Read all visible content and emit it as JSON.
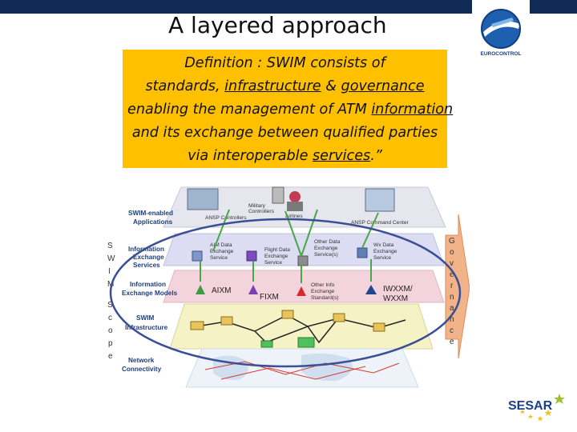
{
  "slide": {
    "title": "A layered approach",
    "definition": {
      "l1": "Definition : SWIM consists of",
      "l2a": "standards, ",
      "l2b": "infrastructure",
      "l2c": " & ",
      "l2d": "governance",
      "l3a": "enabling the management of ATM ",
      "l3b": "information",
      "l4": "and its exchange between qualified parties",
      "l5a": "via interoperable ",
      "l5b": "services",
      "l5c": ".”"
    }
  },
  "diagram": {
    "left_labels": {
      "apps_1": "SWIM-enabled",
      "apps_2": "Applications",
      "ies_1": "Information",
      "ies_2": "Exchange",
      "ies_3": "Services",
      "iem_1": "Information",
      "iem_2": "Exchange Models",
      "infra_1": "SWIM",
      "infra_2": "Infrastructure",
      "net_1": "Network",
      "net_2": "Connectivity"
    },
    "scope_letters": [
      "S",
      "W",
      "I",
      "M",
      "S",
      "c",
      "o",
      "p",
      "e"
    ],
    "governance_letters": [
      "G",
      "o",
      "v",
      "e",
      "r",
      "n",
      "a",
      "n",
      "c",
      "e"
    ],
    "apps": {
      "ansp_controllers": "ANSP Controllers",
      "military_1": "Military",
      "military_2": "Controllers",
      "airlines": "Airlines",
      "command_center": "ANSP Command Center"
    },
    "services": {
      "aim_1": "AIM Data",
      "aim_2": "Exchange",
      "aim_3": "Service",
      "flight_1": "Flight Data",
      "flight_2": "Exchange",
      "flight_3": "Service",
      "other_1": "Other Data",
      "other_2": "Exchange",
      "other_3": "Service(s)",
      "wx_1": "Wx Data",
      "wx_2": "Exchange",
      "wx_3": "Service"
    },
    "models": {
      "aixm": "AIXM",
      "fixm": "FIXM",
      "other_1": "Other Info",
      "other_2": "Exchange",
      "other_3": "Standard(s)",
      "iwxxm_1": "IWXXM/",
      "iwxxm_2": "WXXM"
    }
  },
  "logos": {
    "eurocontrol": "EUROCONTROL",
    "sesar": "SESAR"
  },
  "colors": {
    "topbar": "#0f2a55",
    "definition_box": "#ffc000",
    "scope_ellipse": "#3a4f94",
    "governance_arrow": "#f0b38a",
    "label_blue": "#1f3f7a"
  }
}
